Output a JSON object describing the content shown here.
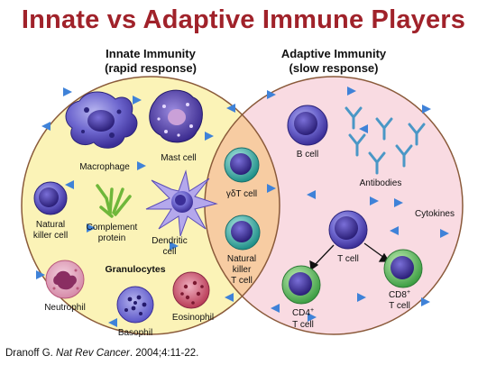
{
  "title": "Innate vs Adaptive Immune Players",
  "innate": {
    "heading_line1": "Innate Immunity",
    "heading_line2": "(rapid response)"
  },
  "adaptive": {
    "heading_line1": "Adaptive Immunity",
    "heading_line2": "(slow response)"
  },
  "cells": {
    "macrophage": "Macrophage",
    "mast_cell": "Mast cell",
    "nk_line1": "Natural",
    "nk_line2": "killer cell",
    "complement_line1": "Complement",
    "complement_line2": "protein",
    "dendritic_line1": "Dendritic",
    "dendritic_line2": "cell",
    "granulocytes": "Granulocytes",
    "neutrophil": "Neutrophil",
    "basophil": "Basophil",
    "eosinophil": "Eosinophil",
    "gd_t_cell": "γδT cell",
    "nkt_line1": "Natural",
    "nkt_line2": "killer",
    "nkt_line3": "T cell",
    "b_cell": "B cell",
    "antibodies": "Antibodies",
    "cytokines": "Cytokines",
    "t_cell": "T cell",
    "cd4_line1": "CD4",
    "cd4_sup": "+",
    "cd4_line2": "T cell",
    "cd8_line1": "CD8",
    "cd8_sup": "+",
    "cd8_line2": "T cell"
  },
  "citation": {
    "author": "Dranoff G. ",
    "journal": "Nat Rev Cancer",
    "rest": ". 2004;4:11-22."
  },
  "colors": {
    "title": "#a0222a",
    "innate_fill": "#fbf3b7",
    "adaptive_fill": "#f9dbe2",
    "overlap_fill": "#f7cca2",
    "outline": "#8a5a3a",
    "triangle": "#3f82d8"
  }
}
